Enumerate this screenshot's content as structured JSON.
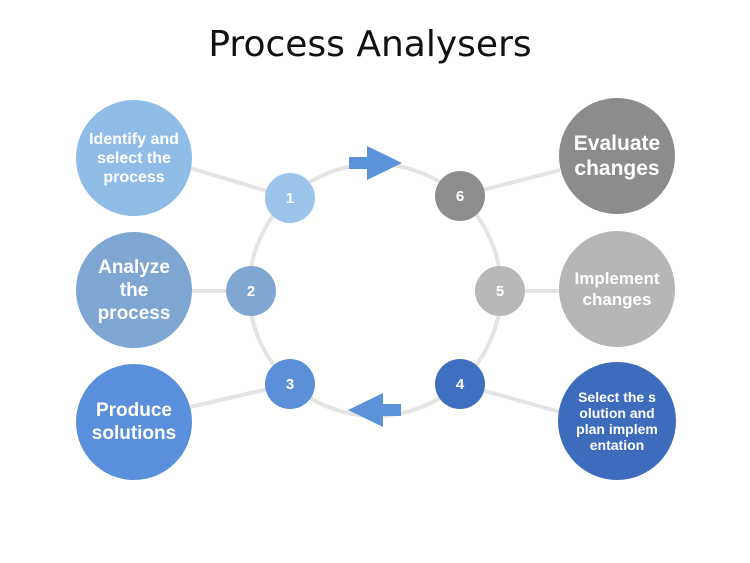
{
  "title": "Process Analysers",
  "steps": [
    {
      "number": "1",
      "label": "Identify and select the process",
      "color": "#9bc4ea",
      "big_color": "#8fbde8"
    },
    {
      "number": "2",
      "label": "Analyze the process",
      "color": "#7fa7d2",
      "big_color": "#7ea6d3"
    },
    {
      "number": "3",
      "label": "Produce solutions",
      "color": "#5b8fd7",
      "big_color": "#5a90db"
    },
    {
      "number": "4",
      "label": "Select the solution and plan implementation",
      "color": "#3f6fbf",
      "big_color": "#3d6cbc"
    },
    {
      "number": "5",
      "label": "Implement changes",
      "color": "#b8b8b8",
      "big_color": "#b6b6b6"
    },
    {
      "number": "6",
      "label": "Evaluate changes",
      "color": "#8e8e8e",
      "big_color": "#8c8c8c"
    }
  ],
  "colors": {
    "ring": "#e4e4e4",
    "arrow": "#5b92d8"
  },
  "arrows": [
    "arrow-right",
    "arrow-left"
  ]
}
